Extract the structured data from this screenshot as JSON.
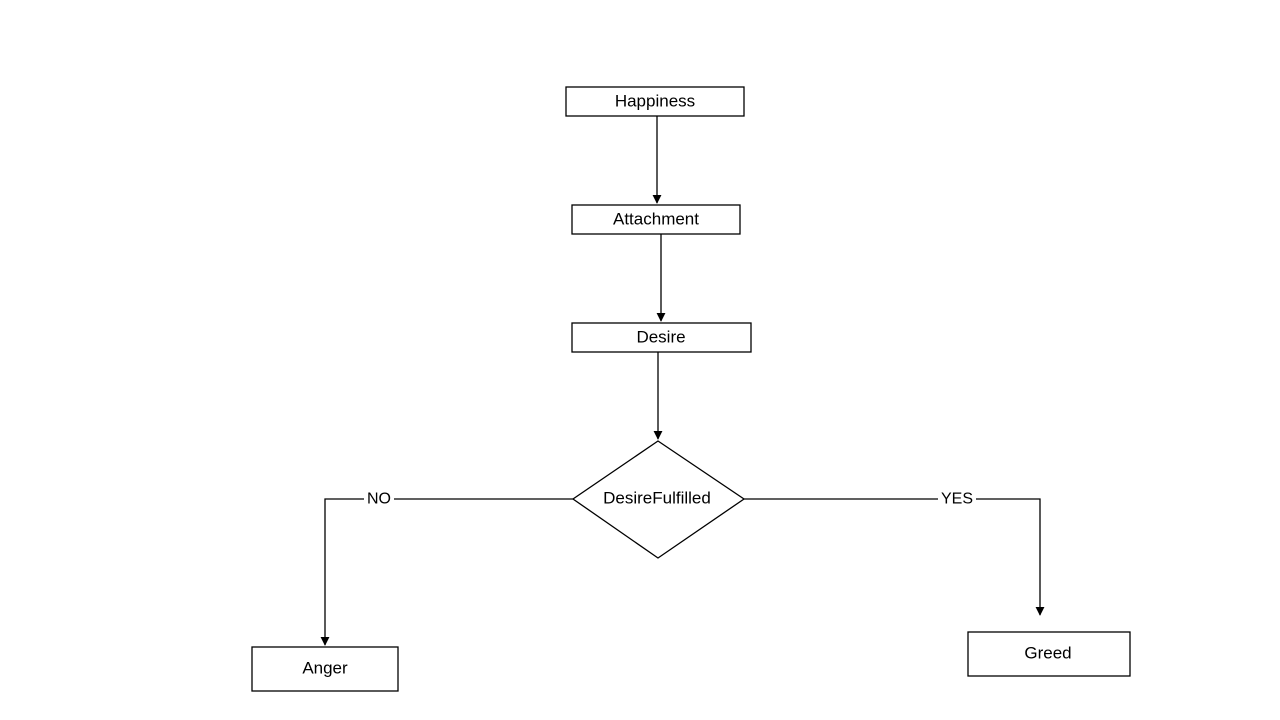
{
  "diagram": {
    "nodes": {
      "happiness": "Happiness",
      "attachment": "Attachment",
      "desire": "Desire",
      "decision": "DesireFulfilled",
      "anger": "Anger",
      "greed": "Greed"
    },
    "edges": {
      "no_label": "NO",
      "yes_label": "YES"
    },
    "colors": {
      "stroke": "#000000",
      "background": "#ffffff"
    }
  }
}
